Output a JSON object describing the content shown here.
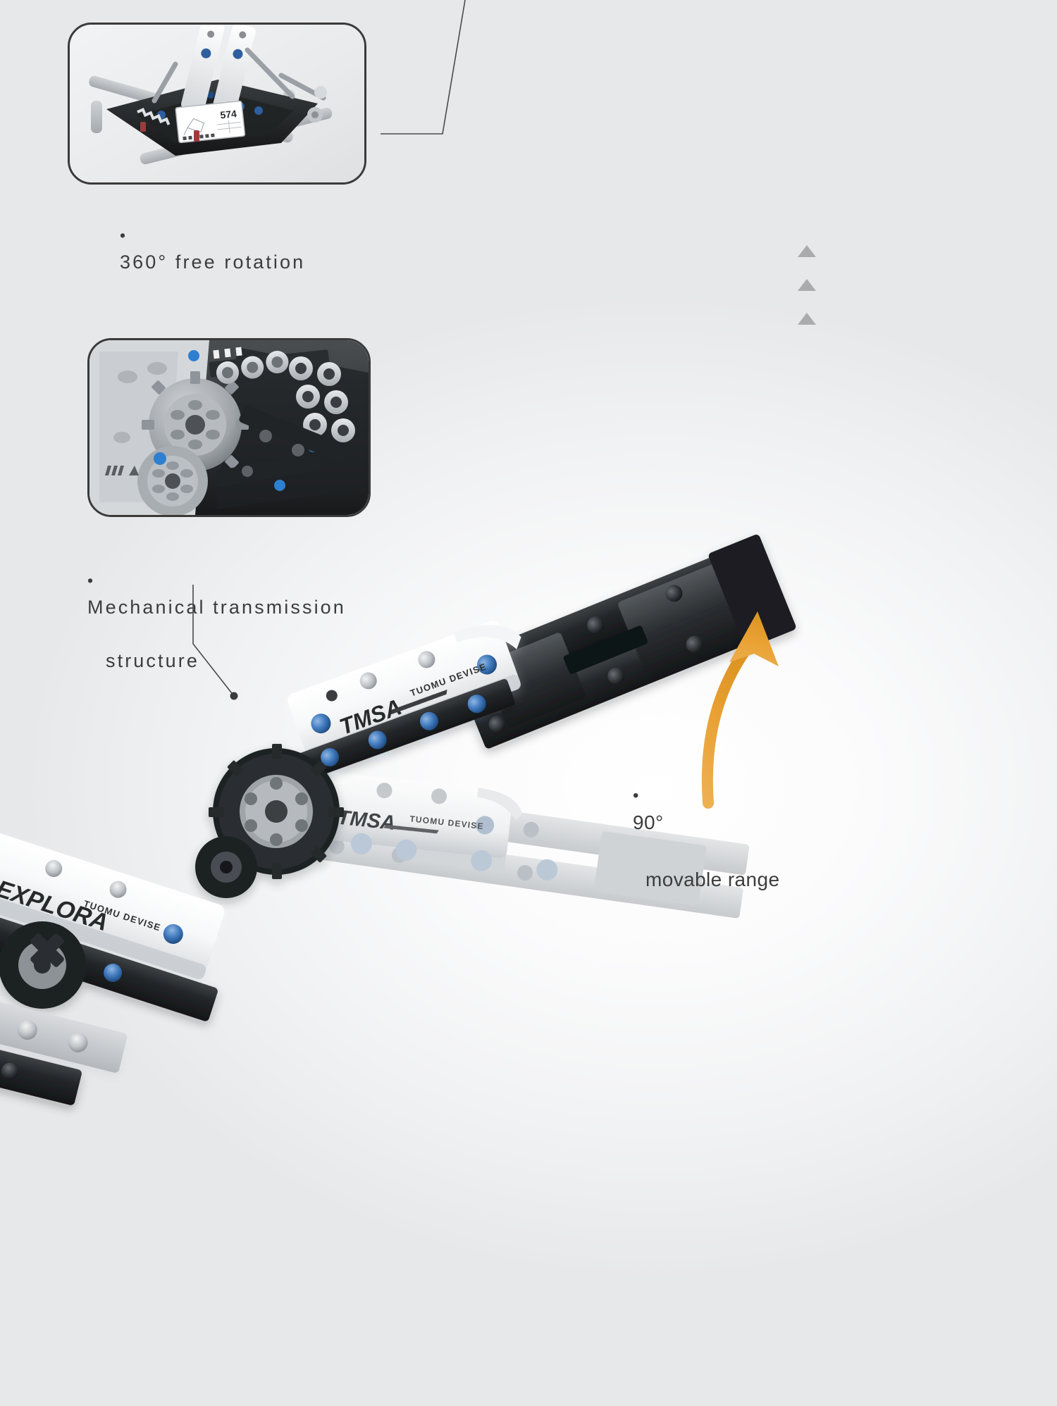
{
  "page": {
    "background_base": "#eceded",
    "accent_orange": "#e9a233",
    "text_color": "#3c3c3c",
    "frame_border": "#3a3a3a"
  },
  "insets": [
    {
      "id": "inset-base-rotation",
      "alt": "Robotic arm base platform with control display panel",
      "display_value": "574",
      "caption_bullet": "•",
      "caption": "360° free rotation"
    },
    {
      "id": "inset-gear-transmission",
      "alt": "Close-up of interlocking gray gears and black beams",
      "caption_bullet": "•",
      "caption_line1": "Mechanical transmission",
      "caption_line2": "structure"
    }
  ],
  "callouts": [
    {
      "id": "callout-movable-range",
      "bullet": "•",
      "line1": "90°",
      "line2": "movable range",
      "arrow": "curved-up-arrow",
      "arrow_color": "#e9a233"
    }
  ],
  "product": {
    "brand_marks": [
      {
        "text": "TMSA",
        "placement": "upper-arm"
      },
      {
        "text": "TUOMU DEVISE",
        "placement": "upper-arm-secondary"
      },
      {
        "text": "TMSA",
        "placement": "lower-arm-ghost"
      },
      {
        "text": "TUOMU DEVISE",
        "placement": "lower-arm-ghost-secondary"
      },
      {
        "text": "EXPLORA",
        "placement": "base-arm"
      },
      {
        "text": "TUOMU DEVISE",
        "placement": "base-arm-secondary"
      }
    ]
  },
  "scroll_markers": {
    "name": "triangle-markers",
    "count": 3,
    "color": "#a9abad"
  }
}
